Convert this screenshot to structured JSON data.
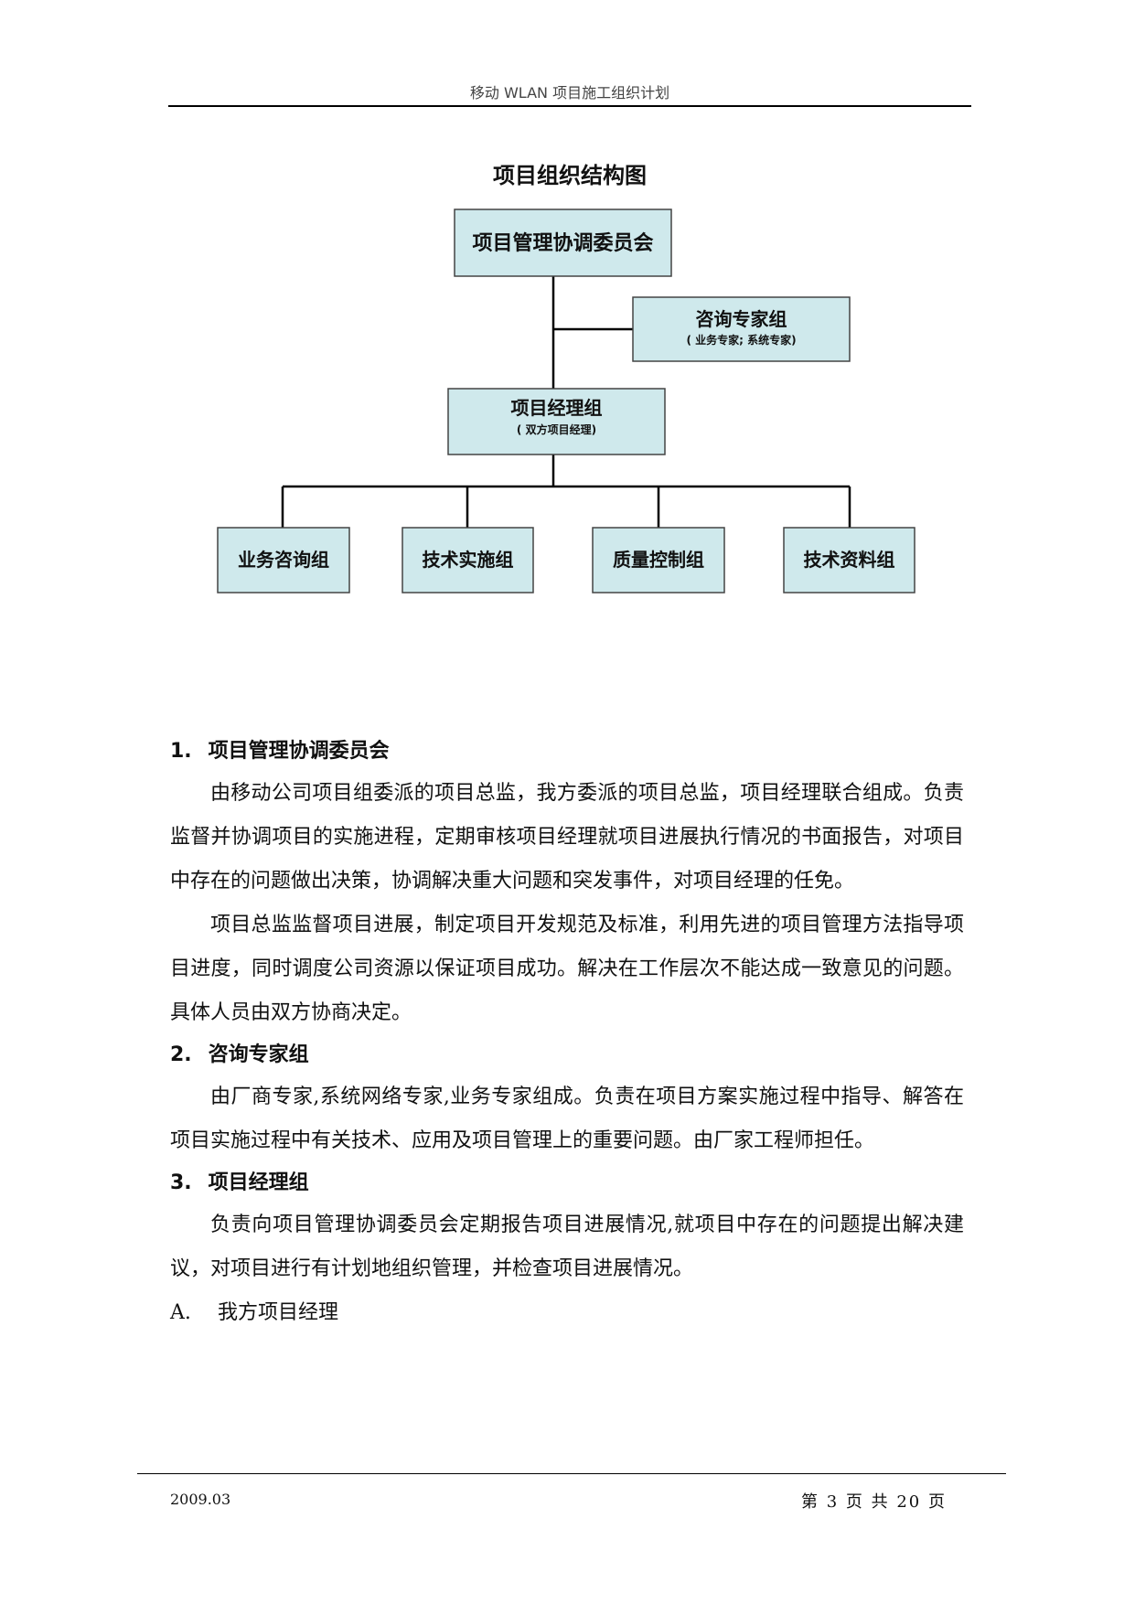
{
  "header": {
    "title": "移动 WLAN 项目施工组织计划"
  },
  "chart": {
    "title": "项目组织结构图",
    "nodes": {
      "committee": {
        "label": "项目管理协调委员会"
      },
      "expert": {
        "label": "咨询专家组",
        "sub": "( 业务专家; 系统专家)"
      },
      "manager": {
        "label": "项目经理组",
        "sub": "( 双方项目经理)"
      },
      "team1": {
        "label": "业务咨询组"
      },
      "team2": {
        "label": "技术实施组"
      },
      "team3": {
        "label": "质量控制组"
      },
      "team4": {
        "label": "技术资料组"
      }
    },
    "box_fill": "#cfe9ec",
    "box_stroke": "#444444"
  },
  "sections": [
    {
      "number": "1.",
      "title": "项目管理协调委员会",
      "paragraphs": [
        "由移动公司项目组委派的项目总监，我方委派的项目总监，项目经理联合组成。负责监督并协调项目的实施进程，定期审核项目经理就项目进展执行情况的书面报告，对项目中存在的问题做出决策，协调解决重大问题和突发事件，对项目经理的任免。",
        "项目总监监督项目进展，制定项目开发规范及标准，利用先进的项目管理方法指导项目进度，同时调度公司资源以保证项目成功。解决在工作层次不能达成一致意见的问题。具体人员由双方协商决定。"
      ]
    },
    {
      "number": "2.",
      "title": "咨询专家组",
      "paragraphs": [
        "由厂商专家,系统网络专家,业务专家组成。负责在项目方案实施过程中指导、解答在项目实施过程中有关技术、应用及项目管理上的重要问题。由厂家工程师担任。"
      ]
    },
    {
      "number": "3.",
      "title": "项目经理组",
      "paragraphs": [
        "负责向项目管理协调委员会定期报告项目进展情况,就项目中存在的问题提出解决建议，对项目进行有计划地组织管理，并检查项目进展情况。"
      ],
      "sub_item": {
        "letter": "A.",
        "text": "我方项目经理"
      }
    }
  ],
  "footer": {
    "date": "2009.03",
    "page": "第 3 页 共 20 页"
  }
}
